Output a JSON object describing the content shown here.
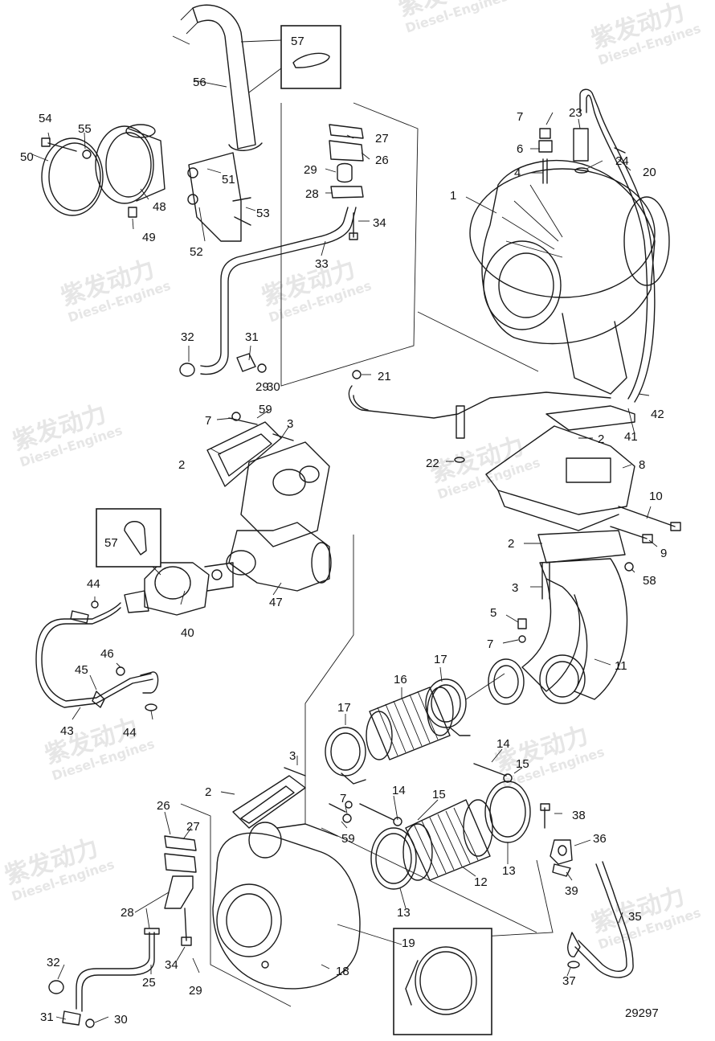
{
  "watermark": {
    "cn": "紫发动力",
    "en": "Diesel-Engines"
  },
  "drawing_number": "29297",
  "callouts": [
    "1",
    "2",
    "3",
    "4",
    "5",
    "6",
    "7",
    "8",
    "9",
    "10",
    "11",
    "12",
    "13",
    "14",
    "15",
    "16",
    "17",
    "18",
    "19",
    "20",
    "21",
    "22",
    "23",
    "24",
    "25",
    "26",
    "27",
    "28",
    "29",
    "30",
    "31",
    "32",
    "33",
    "34",
    "35",
    "36",
    "37",
    "38",
    "39",
    "40",
    "41",
    "42",
    "43",
    "44",
    "45",
    "46",
    "47",
    "48",
    "49",
    "50",
    "51",
    "52",
    "53",
    "54",
    "55",
    "56",
    "57",
    "58",
    "59"
  ]
}
